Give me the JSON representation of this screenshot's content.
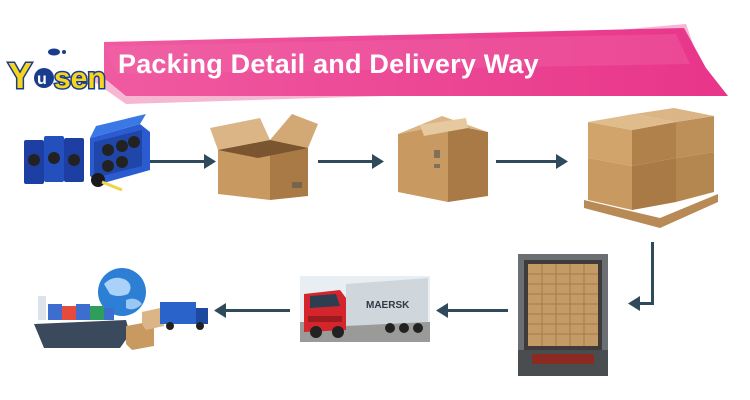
{
  "banner": {
    "title": "Packing Detail and Delivery Way",
    "color": "#ee3a8c"
  },
  "logo": {
    "text": "Yusen",
    "color_yellow": "#f6d51a",
    "color_blue": "#1a3c8f"
  },
  "stages": [
    {
      "name": "product-candy-display",
      "icon": "candy-display-icon"
    },
    {
      "name": "open-carton",
      "icon": "open-carton-icon"
    },
    {
      "name": "sealed-carton",
      "icon": "sealed-carton-icon"
    },
    {
      "name": "palletized-cartons",
      "icon": "pallet-icon"
    },
    {
      "name": "container-loading",
      "icon": "container-loading-icon"
    },
    {
      "name": "truck-transport",
      "icon": "truck-icon"
    },
    {
      "name": "global-shipping",
      "icon": "global-shipping-icon"
    }
  ],
  "truck": {
    "container_text": "MAERSK"
  },
  "colors": {
    "arrow": "#2f4b5b",
    "carton": "#c89a62",
    "carton_dark": "#a97a45",
    "carton_light": "#dcb587"
  }
}
